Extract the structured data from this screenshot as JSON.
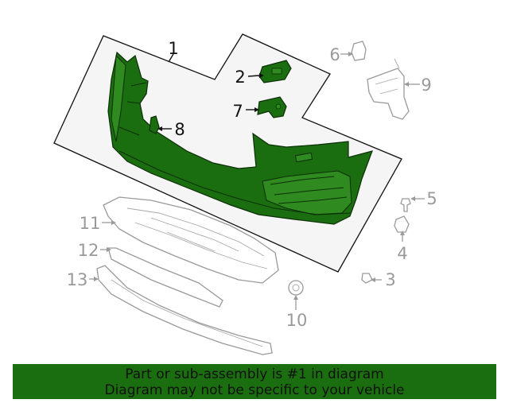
{
  "colors": {
    "highlight": "#1b6e10",
    "callout_active": "#111111",
    "callout_inactive": "#9a9a9a",
    "panel_bg": "#f5f5f5"
  },
  "callouts": {
    "c1": "1",
    "c2": "2",
    "c3": "3",
    "c4": "4",
    "c5": "5",
    "c6": "6",
    "c7": "7",
    "c8": "8",
    "c9": "9",
    "c10": "10",
    "c11": "11",
    "c12": "12",
    "c13": "13"
  },
  "footer": {
    "line1": "Part or sub-assembly is #1 in diagram",
    "line2": "Diagram may not be specific to your vehicle"
  }
}
